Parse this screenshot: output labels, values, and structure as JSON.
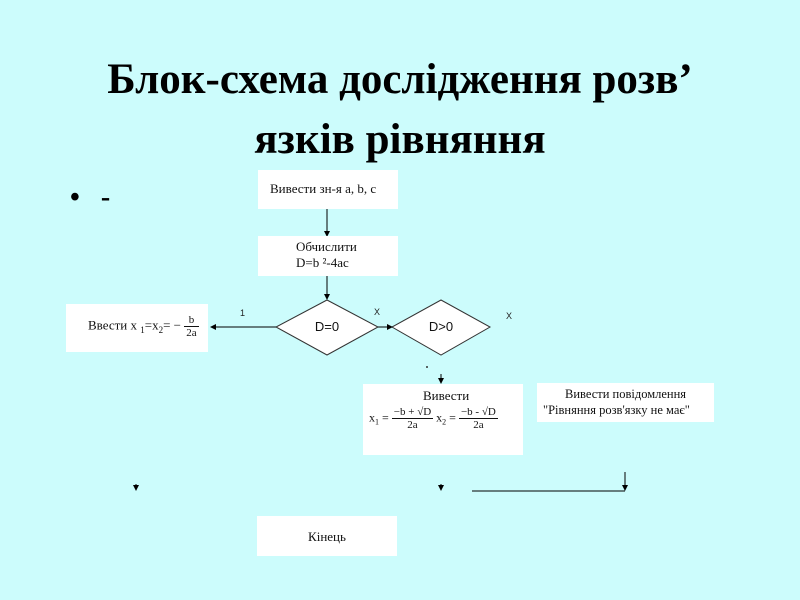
{
  "slide": {
    "title_line1": "Блок-схема дослідження розв’",
    "title_line2": "язків рівняння",
    "bullet": "-"
  },
  "flowchart": {
    "input_box": "Вивести зн-я a, b, c",
    "compute_line1": "Обчислити",
    "compute_line2": "D=b ²-4ac",
    "cond1": "D=0",
    "cond2": "D>0",
    "yes_label": "1",
    "no_label1": "Х",
    "no_label2": "Х",
    "single_root_prefix": "Ввести x",
    "single_root_sub1": "1",
    "single_root_mid": "=x",
    "single_root_sub2": "2",
    "single_root_eq": "= −",
    "single_root_num": "b",
    "single_root_den": "2a",
    "two_roots_title": "Вивести",
    "x1_label": "x",
    "x1_sub": "1",
    "x1_num": "−b + √D",
    "x1_den": "2a",
    "x2_label": "x",
    "x2_sub": "2",
    "x2_num": "−b - √D",
    "x2_den": "2a",
    "no_roots_line1": "Вивести повідомлення",
    "no_roots_line2": "\"Рівняння розв'язку не має\"",
    "end_box": "Кінець"
  }
}
